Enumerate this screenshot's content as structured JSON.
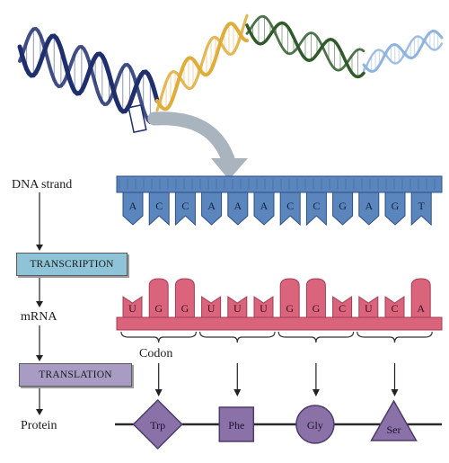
{
  "left_labels": {
    "dna": "DNA strand",
    "mrna": "mRNA",
    "protein": "Protein"
  },
  "steps": {
    "transcription": "TRANSCRIPTION",
    "translation": "TRANSLATION"
  },
  "codon_label": "Codon",
  "dna_bases": [
    "A",
    "C",
    "C",
    "A",
    "A",
    "A",
    "C",
    "C",
    "G",
    "A",
    "G",
    "T"
  ],
  "mrna_bases": [
    "U",
    "G",
    "G",
    "U",
    "U",
    "U",
    "G",
    "G",
    "C",
    "U",
    "C",
    "A"
  ],
  "amino_acids": [
    {
      "name": "Trp",
      "shape": "diamond"
    },
    {
      "name": "Phe",
      "shape": "square"
    },
    {
      "name": "Gly",
      "shape": "circle"
    },
    {
      "name": "Ser",
      "shape": "triangle"
    }
  ],
  "colors": {
    "dna": "#5b86bd",
    "dna_dark": "#2d4f86",
    "mrna": "#d9647c",
    "mrna_dark": "#a53c54",
    "protein": "#8a72a8",
    "protein_dark": "#4e3b68",
    "transcription_box": "#8fc3d8",
    "translation_box": "#a89bc4",
    "helix_navy": "#1f2f6e",
    "helix_gold": "#e0ac3a",
    "helix_green": "#2f5a2a",
    "helix_light": "#8fb3df",
    "arrow_gray": "#a9b4bf"
  }
}
